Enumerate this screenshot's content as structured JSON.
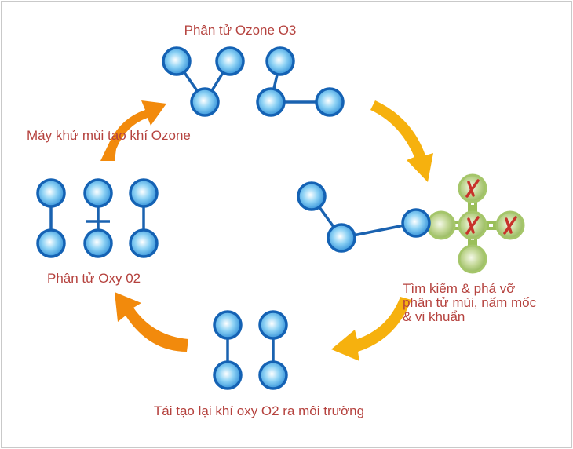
{
  "labels": {
    "ozone": "Phân tử Ozone O3",
    "machine": "Máy khử mùi tạo khí Ozone",
    "oxygen": "Phân tử Oxy 02",
    "destroy": [
      "Tìm kiếm & phá vỡ",
      "phân tử mùi, nấm mốc",
      "& vi khuẩn"
    ],
    "regenerate": "Tái tạo lại khí oxy O2 ra môi trường"
  },
  "colors": {
    "text": "#b5423e",
    "atom_oxygen": "#1a6fc0",
    "atom_odor": "#9bbf5a",
    "cross_mark": "#c8322a",
    "arrow_orange": "#f28a0c",
    "arrow_yellow": "#f6b10e"
  }
}
